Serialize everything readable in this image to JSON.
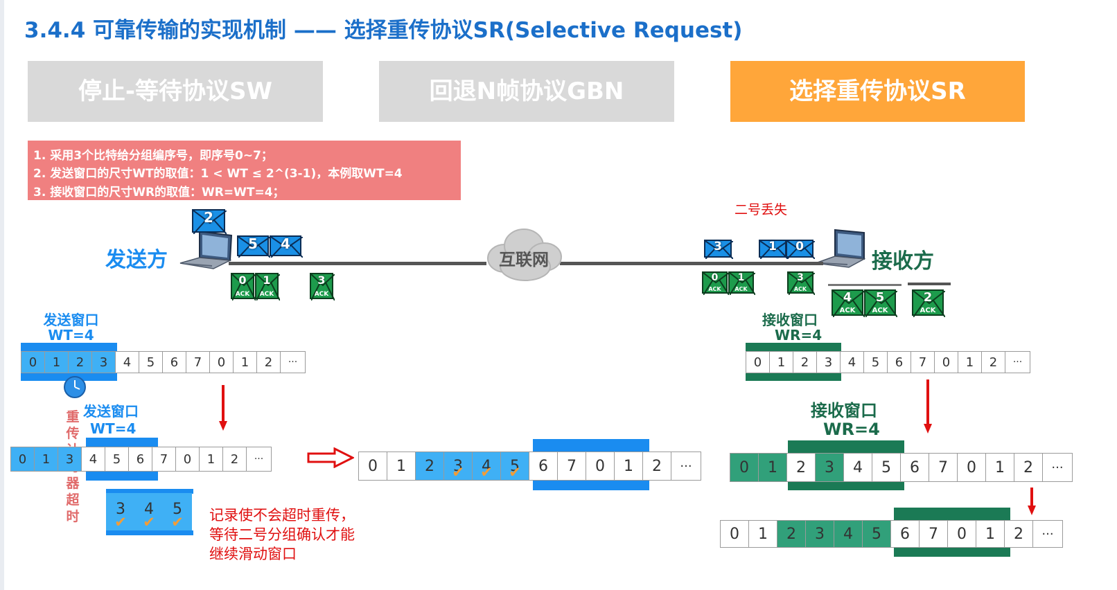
{
  "title": "3.4.4 可靠传输的实现机制 —— 选择重传协议SR(Selective Request)",
  "tabs": [
    {
      "label": "停止-等待协议SW",
      "active": false
    },
    {
      "label": "回退N帧协议GBN",
      "active": false
    },
    {
      "label": "选择重传协议SR",
      "active": true
    }
  ],
  "notes": [
    "1. 采用3个比特给分组编序号，即序号0~7；",
    "2. 发送窗口的尺寸WT的取值：1 < WT ≤ 2^(3-1)，本例取WT=4",
    "3. 接收窗口的尺寸WR的取值：WR=WT=4；"
  ],
  "sender": {
    "label": "发送方"
  },
  "receiver": {
    "label": "接收方"
  },
  "network": {
    "label": "互联网"
  },
  "loss_note": "二号丢失",
  "ack_text": "ACK",
  "packets": {
    "sender_top": "2",
    "sender_pair": [
      "5",
      "4"
    ],
    "receiver_single": "3",
    "receiver_pair": [
      "1",
      "0"
    ]
  },
  "acks": {
    "sender_side": [
      "0",
      "1",
      "3"
    ],
    "receiver_side": [
      "0",
      "1",
      "3"
    ],
    "receiver_pending": [
      "4",
      "5"
    ],
    "receiver_resend": "2"
  },
  "send_window": {
    "label": "发送窗口",
    "size": "WT=4"
  },
  "recv_window": {
    "label": "接收窗口",
    "size": "WR=4"
  },
  "timer_label": "重传计时器超时",
  "ellipsis": "···",
  "sequences": {
    "send1": [
      "0",
      "1",
      "2",
      "3",
      "4",
      "5",
      "6",
      "7",
      "0",
      "1",
      "2"
    ],
    "send2": [
      "0",
      "1",
      "3",
      "4",
      "5",
      "6",
      "7",
      "0",
      "1",
      "2"
    ],
    "send3": [
      "0",
      "1",
      "2",
      "3",
      "4",
      "5",
      "6",
      "7",
      "0",
      "1",
      "2"
    ],
    "retx": [
      "3",
      "4",
      "5"
    ],
    "recv1": [
      "0",
      "1",
      "2",
      "3",
      "4",
      "5",
      "6",
      "7",
      "0",
      "1",
      "2"
    ],
    "recv2": [
      "0",
      "1",
      "2",
      "3",
      "4",
      "5",
      "6",
      "7",
      "0",
      "1",
      "2"
    ],
    "recv3": [
      "0",
      "1",
      "2",
      "3",
      "4",
      "5",
      "6",
      "7",
      "0",
      "1",
      "2"
    ]
  },
  "memo": [
    "记录使不会超时重传，",
    "等待二号分组确认才能",
    "继续滑动窗口"
  ],
  "colors": {
    "title": "#1b6fc9",
    "active_tab": "#ffa63a",
    "inactive_tab": "#d9d9d9",
    "notes_bg": "#f08080",
    "send_blue": "#3fb0f5",
    "recv_green": "#31a07a",
    "alert_red": "#e01010"
  }
}
